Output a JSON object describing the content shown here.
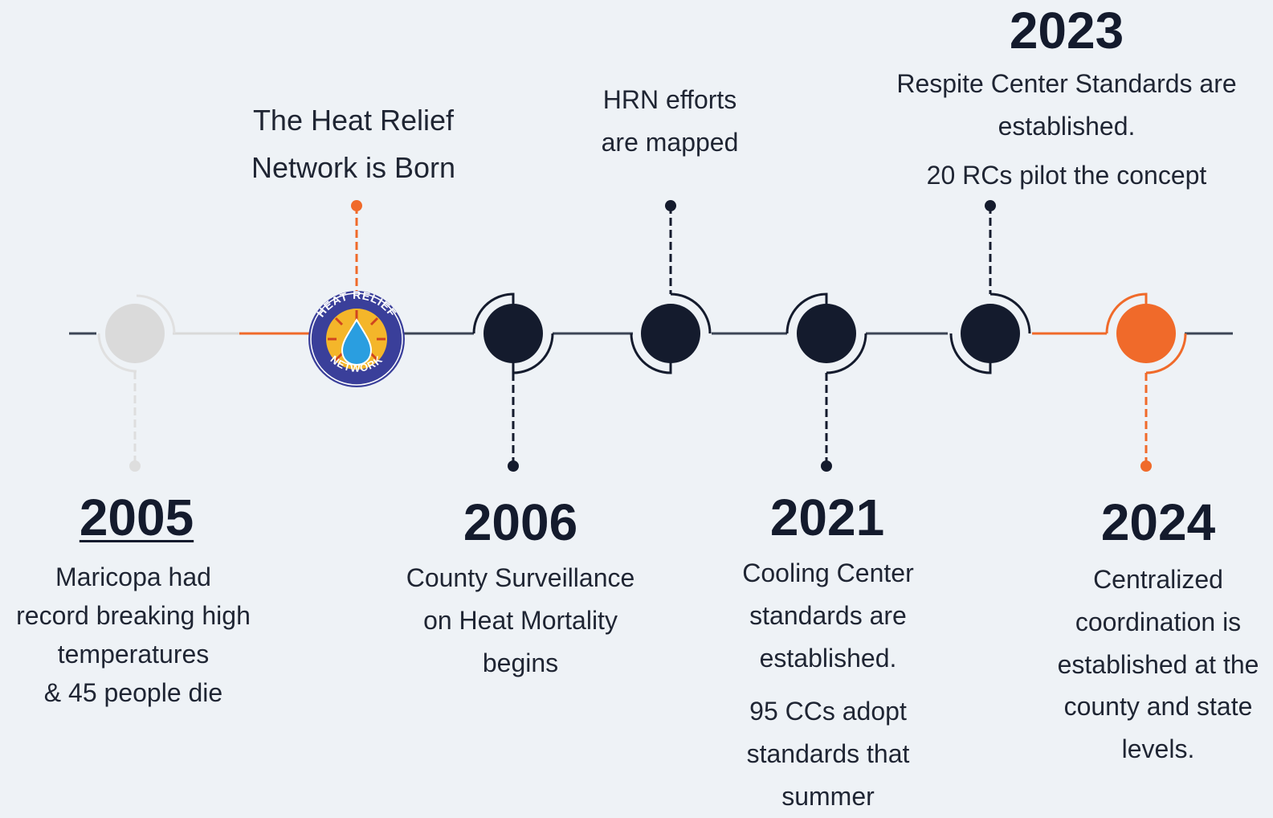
{
  "colors": {
    "navy": "#141b2d",
    "orange": "#f06a2a",
    "faded": "#d9d9d9",
    "background": "#eef2f6",
    "logo_ring": "#3a3f9a",
    "logo_sun": "#f4b62a",
    "logo_drop": "#2a9ee0"
  },
  "logo": {
    "icon": "heat-relief-network-logo",
    "text_top": "HEAT RELIEF",
    "text_bottom": "NETWORK"
  },
  "milestones": [
    {
      "id": "2005",
      "year": "2005",
      "state": "faded",
      "lines": [
        "Maricopa had",
        "record breaking high",
        "temperatures",
        "& 45 people die"
      ]
    },
    {
      "id": "hrn-born",
      "year": "",
      "state": "logo",
      "lines": [
        "The Heat Relief",
        "Network is Born"
      ]
    },
    {
      "id": "2006",
      "year": "2006",
      "state": "navy",
      "lines": [
        "County Surveillance",
        "on Heat Mortality",
        "begins"
      ]
    },
    {
      "id": "hrn-mapped",
      "year": "",
      "state": "navy",
      "lines": [
        "HRN efforts",
        "are mapped"
      ]
    },
    {
      "id": "2021",
      "year": "2021",
      "state": "navy",
      "lines": [
        "Cooling Center",
        "standards are",
        "established."
      ],
      "extra_lines": [
        "95 CCs adopt",
        "standards that",
        "summer"
      ]
    },
    {
      "id": "2023",
      "year": "2023",
      "state": "navy",
      "lines": [
        "Respite Center Standards are",
        "established."
      ],
      "extra_lines": [
        "20 RCs pilot the concept"
      ]
    },
    {
      "id": "2024",
      "year": "2024",
      "state": "orange",
      "lines": [
        "Centralized",
        "coordination is",
        "established at the",
        "county and state",
        "levels."
      ]
    }
  ]
}
